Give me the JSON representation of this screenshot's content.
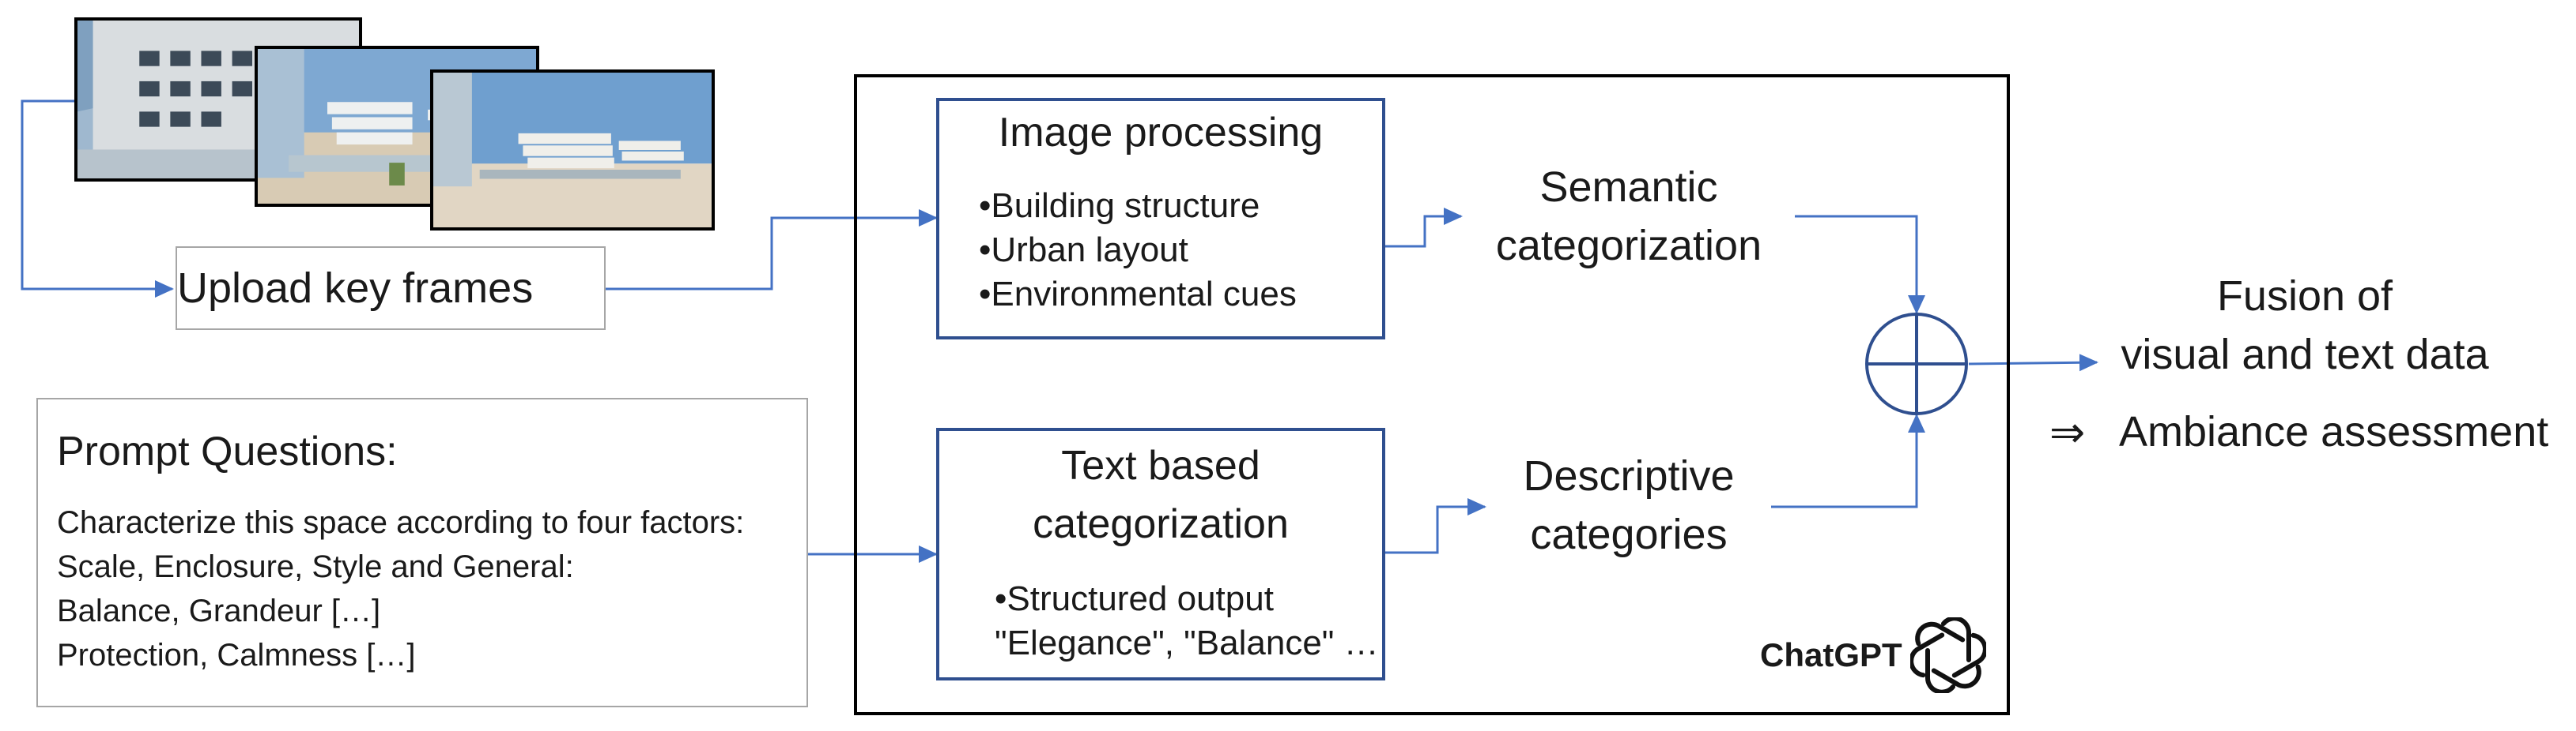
{
  "upload": {
    "label": "Upload key frames"
  },
  "prompt": {
    "title": "Prompt Questions:",
    "lines": [
      "Characterize this space according to four factors:",
      "Scale, Enclosure, Style and General:",
      "Balance, Grandeur […]",
      "Protection, Calmness […]"
    ]
  },
  "image_processing": {
    "title": "Image processing",
    "bullets": [
      "•Building structure",
      "•Urban layout",
      "•Environmental cues"
    ]
  },
  "text_categorization": {
    "title_line1": "Text based",
    "title_line2": "categorization",
    "bullets": [
      "•Structured output",
      "\"Elegance\", \"Balance\" …"
    ]
  },
  "semantic": {
    "line1": "Semantic",
    "line2": "categorization"
  },
  "descriptive": {
    "line1": "Descriptive",
    "line2": "categories"
  },
  "chatgpt": {
    "label": "ChatGPT",
    "icon": "openai-logo-icon"
  },
  "fusion": {
    "line1": "Fusion of",
    "line2": "visual and text data",
    "arrow": "⇒",
    "result": "Ambiance assessment"
  },
  "colors": {
    "arrow": "#4472C4",
    "box_border": "#2F4F8F",
    "frame_border": "#A6A6A6",
    "container_border": "#000000"
  }
}
